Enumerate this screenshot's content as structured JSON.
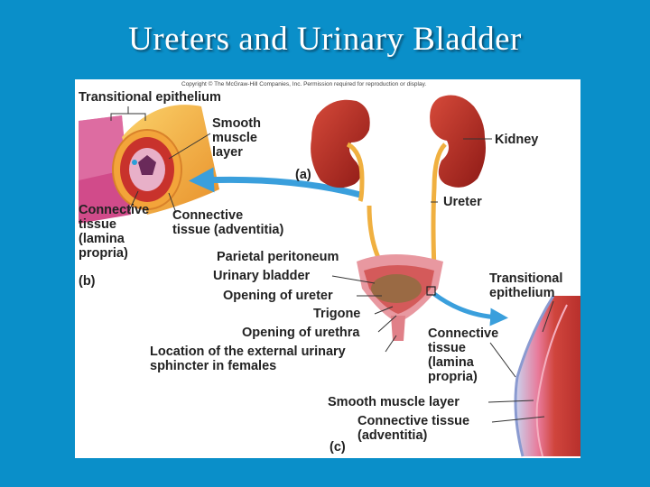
{
  "title": "Ureters and Urinary Bladder",
  "copyright": "Copyright © The McGraw-Hill Companies, Inc. Permission required for reproduction or display.",
  "panels": {
    "a": "(a)",
    "b": "(b)",
    "c": "(c)"
  },
  "labels": {
    "transitional_epithelium_b": "Transitional epithelium",
    "smooth_muscle_layer_b": "Smooth\nmuscle\nlayer",
    "connective_tissue_lamina_b": "Connective\ntissue\n(lamina\npropria)",
    "connective_tissue_adventitia_b": "Connective\ntissue (adventitia)",
    "kidney": "Kidney",
    "ureter": "Ureter",
    "parietal_peritoneum": "Parietal peritoneum",
    "urinary_bladder": "Urinary bladder",
    "opening_of_ureter": "Opening of ureter",
    "trigone": "Trigone",
    "opening_of_urethra": "Opening of urethra",
    "external_sphincter": "Location of the external urinary\nsphincter in females",
    "transitional_epithelium_c": "Transitional\nepithelium",
    "connective_tissue_lamina_c": "Connective\ntissue\n(lamina\npropria)",
    "smooth_muscle_layer_c": "Smooth muscle layer",
    "connective_tissue_adventitia_c": "Connective tissue\n(adventitia)"
  }
}
